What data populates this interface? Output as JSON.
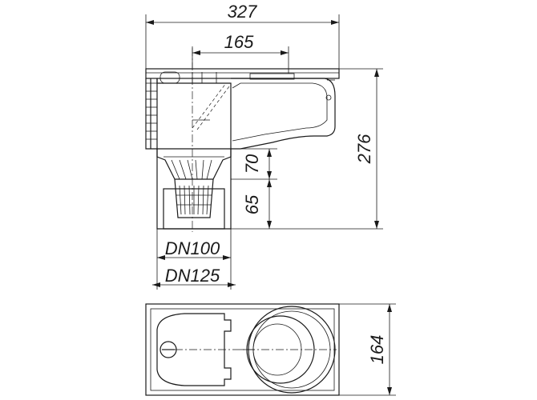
{
  "dimensions": {
    "overall_width": "327",
    "grating_width": "165",
    "overall_height": "276",
    "trap_height": "70",
    "outlet_height": "65",
    "outlet_inner": "DN100",
    "outlet_outer": "DN125",
    "base_depth": "164"
  },
  "colors": {
    "line": "#1a1a1a",
    "background": "#ffffff"
  }
}
